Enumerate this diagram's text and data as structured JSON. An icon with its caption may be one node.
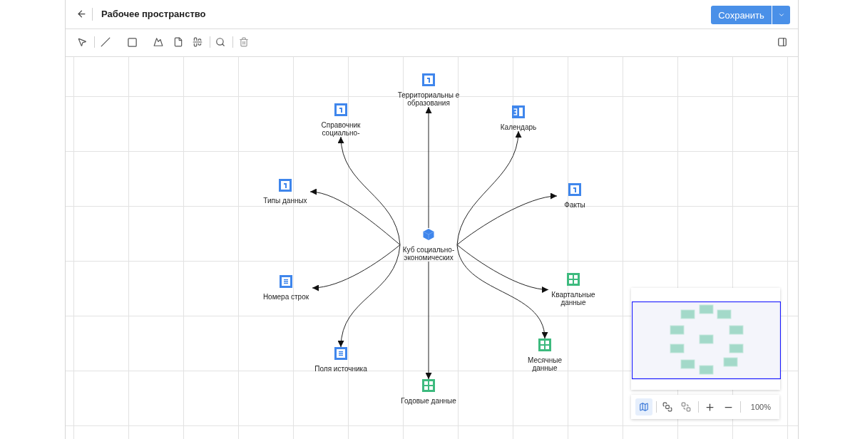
{
  "diagram": {
    "nodes": [
      {
        "text": [
          "Куб социально- экономических"
        ]
      },
      {
        "text": [
          "Территориальны е образования"
        ]
      },
      {
        "text": [
          "Справочник социально-"
        ]
      },
      {
        "text": [
          "Календарь"
        ]
      },
      {
        "text": [
          "Типы данных"
        ]
      },
      {
        "text": [
          "Факты"
        ]
      },
      {
        "text": [
          "Номера строк"
        ]
      },
      {
        "text": [
          "Квартальные данные"
        ]
      },
      {
        "text": [
          "Поля источника"
        ]
      },
      {
        "text": [
          "Месячные данные"
        ]
      },
      {
        "text": [
          "Годовые данные"
        ]
      }
    ],
    "edges": [
      {
        "from": 0,
        "to": 1,
        "arrow": "to"
      },
      {
        "from": 0,
        "to": 2,
        "arrow": "to"
      },
      {
        "from": 0,
        "to": 3,
        "arrow": "to"
      },
      {
        "from": 0,
        "to": 4,
        "arrow": "to"
      },
      {
        "from": 0,
        "to": 5,
        "arrow": "to"
      },
      {
        "from": 0,
        "to": 6,
        "arrow": "to"
      },
      {
        "from": 0,
        "to": 7,
        "arrow": "to"
      },
      {
        "from": 0,
        "to": 8,
        "arrow": "to"
      },
      {
        "from": 0,
        "to": 9,
        "arrow": "to"
      },
      {
        "from": 0,
        "to": 10,
        "arrow": "to"
      }
    ],
    "labels": [
      "Рабочее пространство",
      "Сохранить",
      "100%"
    ]
  }
}
